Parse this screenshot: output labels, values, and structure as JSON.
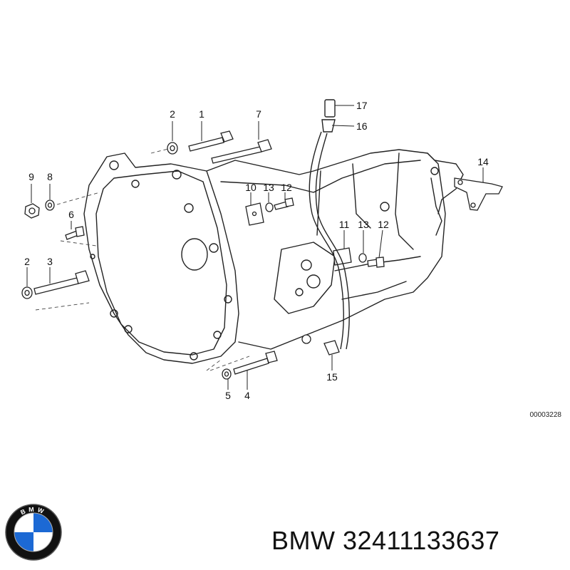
{
  "diagram": {
    "drawing_number": "00003228",
    "callouts": [
      {
        "id": "c1",
        "label": "1"
      },
      {
        "id": "c2a",
        "label": "2"
      },
      {
        "id": "c7",
        "label": "7"
      },
      {
        "id": "c17",
        "label": "17"
      },
      {
        "id": "c16",
        "label": "16"
      },
      {
        "id": "c9",
        "label": "9"
      },
      {
        "id": "c8",
        "label": "8"
      },
      {
        "id": "c10",
        "label": "10"
      },
      {
        "id": "c13a",
        "label": "13"
      },
      {
        "id": "c12a",
        "label": "12"
      },
      {
        "id": "c14",
        "label": "14"
      },
      {
        "id": "c6",
        "label": "6"
      },
      {
        "id": "c11",
        "label": "11"
      },
      {
        "id": "c13b",
        "label": "13"
      },
      {
        "id": "c12b",
        "label": "12"
      },
      {
        "id": "c2b",
        "label": "2"
      },
      {
        "id": "c3",
        "label": "3"
      },
      {
        "id": "c15",
        "label": "15"
      },
      {
        "id": "c5",
        "label": "5"
      },
      {
        "id": "c4",
        "label": "4"
      }
    ]
  },
  "caption": {
    "text": "BMW 32411133637"
  },
  "logo": {
    "letters": [
      "B",
      "M",
      "W"
    ],
    "colors": {
      "blue": "#1c69d4",
      "white": "#ffffff",
      "ring": "#111111"
    }
  }
}
